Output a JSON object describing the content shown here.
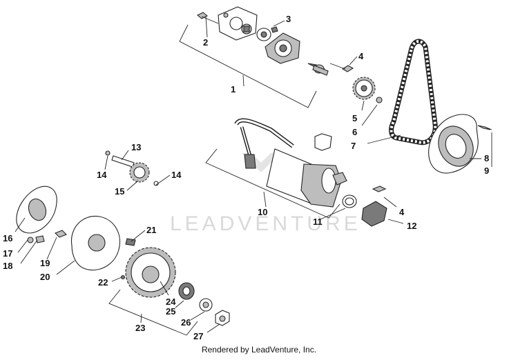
{
  "watermark": "LEADVENTURE",
  "credit": "Rendered by LeadVenture, Inc.",
  "callouts": [
    {
      "id": "c1",
      "text": "1"
    },
    {
      "id": "c2",
      "text": "2"
    },
    {
      "id": "c3",
      "text": "3"
    },
    {
      "id": "c4a",
      "text": "4"
    },
    {
      "id": "c5",
      "text": "5"
    },
    {
      "id": "c6",
      "text": "6"
    },
    {
      "id": "c7",
      "text": "7"
    },
    {
      "id": "c8",
      "text": "8"
    },
    {
      "id": "c9",
      "text": "9"
    },
    {
      "id": "c10",
      "text": "10"
    },
    {
      "id": "c11",
      "text": "11"
    },
    {
      "id": "c12",
      "text": "12"
    },
    {
      "id": "c4b",
      "text": "4"
    },
    {
      "id": "c13",
      "text": "13"
    },
    {
      "id": "c14a",
      "text": "14"
    },
    {
      "id": "c14b",
      "text": "14"
    },
    {
      "id": "c15",
      "text": "15"
    },
    {
      "id": "c16",
      "text": "16"
    },
    {
      "id": "c17",
      "text": "17"
    },
    {
      "id": "c18",
      "text": "18"
    },
    {
      "id": "c19",
      "text": "19"
    },
    {
      "id": "c20",
      "text": "20"
    },
    {
      "id": "c21",
      "text": "21"
    },
    {
      "id": "c22",
      "text": "22"
    },
    {
      "id": "c23",
      "text": "23"
    },
    {
      "id": "c24",
      "text": "24"
    },
    {
      "id": "c25",
      "text": "25"
    },
    {
      "id": "c26",
      "text": "26"
    },
    {
      "id": "c27",
      "text": "27"
    }
  ]
}
